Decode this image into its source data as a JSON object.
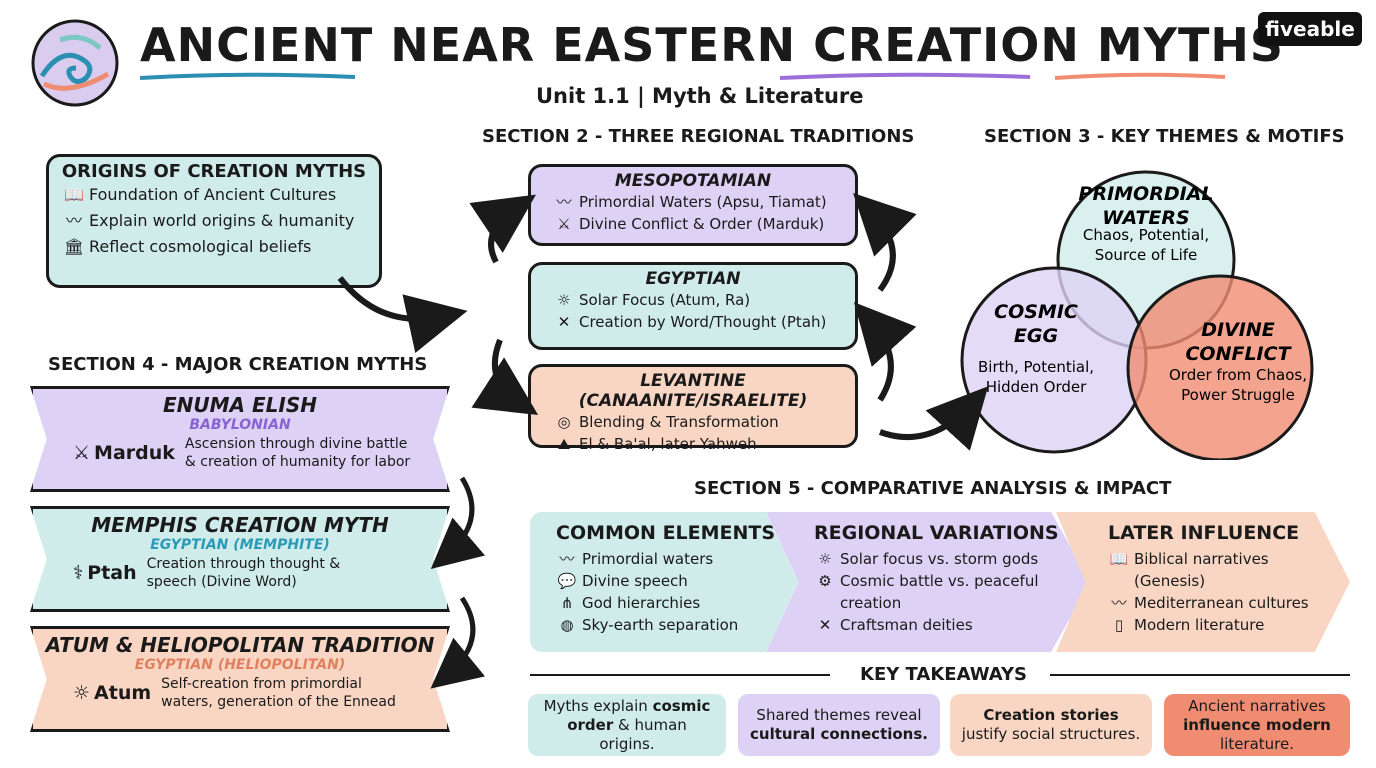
{
  "header": {
    "title": "ANCIENT NEAR EASTERN CREATION MYTHS",
    "subtitle": "Unit 1.1 | Myth & Literature",
    "brand": "fiveable"
  },
  "section1": {
    "title": "ORIGINS OF CREATION MYTHS",
    "items": [
      {
        "icon": "📖",
        "text": "Foundation of Ancient Cultures"
      },
      {
        "icon": "〰",
        "text": "Explain world origins & humanity"
      },
      {
        "icon": "🏛",
        "text": "Reflect cosmological beliefs"
      }
    ]
  },
  "section2": {
    "heading": "SECTION 2 - THREE REGIONAL TRADITIONS",
    "traditions": [
      {
        "title": "MESOPOTAMIAN",
        "items": [
          {
            "icon": "〰",
            "text": "Primordial Waters (Apsu, Tiamat)"
          },
          {
            "icon": "⚔",
            "text": "Divine Conflict & Order (Marduk)"
          }
        ]
      },
      {
        "title": "EGYPTIAN",
        "items": [
          {
            "icon": "☼",
            "text": "Solar Focus (Atum, Ra)"
          },
          {
            "icon": "✕",
            "text": "Creation by Word/Thought (Ptah)"
          }
        ]
      },
      {
        "title": "LEVANTINE (CANAANITE/ISRAELITE)",
        "items": [
          {
            "icon": "◎",
            "text": "Blending & Transformation"
          },
          {
            "icon": "⛰",
            "text": "El & Ba'al, later Yahweh"
          }
        ]
      }
    ]
  },
  "section3": {
    "heading": "SECTION 3 - KEY THEMES & MOTIFS",
    "circles": [
      {
        "title_lines": [
          "PRIMORDIAL",
          "WATERS"
        ],
        "desc_lines": [
          "Chaos, Potential,",
          "Source of Life"
        ],
        "color": "#cfeceb"
      },
      {
        "title_lines": [
          "COSMIC",
          "EGG"
        ],
        "desc_lines": [
          "Birth, Potential,",
          "Hidden Order"
        ],
        "color": "#ddd2f5"
      },
      {
        "title_lines": [
          "DIVINE",
          "CONFLICT"
        ],
        "desc_lines": [
          "Order from Chaos,",
          "Power Struggle"
        ],
        "color": "#f08c72"
      }
    ]
  },
  "section4": {
    "heading": "SECTION 4 - MAJOR CREATION MYTHS",
    "myths": [
      {
        "title": "ENUMA ELISH",
        "subtitle": "BABYLONIAN",
        "icon": "⚔",
        "deity": "Marduk",
        "desc_lines": [
          "Ascension through divine battle",
          "& creation of humanity for labor"
        ],
        "sub_color": "#8a63d2"
      },
      {
        "title": "MEMPHIS CREATION MYTH",
        "subtitle": "EGYPTIAN (MEMPHITE)",
        "icon": "⚕",
        "deity": "Ptah",
        "desc_lines": [
          "Creation through thought &",
          "speech (Divine Word)"
        ],
        "sub_color": "#2a9ab8"
      },
      {
        "title": "ATUM & HELIOPOLITAN TRADITION",
        "subtitle": "EGYPTIAN (HELIOPOLITAN)",
        "icon": "☼",
        "deity": "Atum",
        "desc_lines": [
          "Self-creation from primordial",
          "waters, generation of the Ennead"
        ],
        "sub_color": "#e0805e"
      }
    ]
  },
  "section5": {
    "heading": "SECTION 5 - COMPARATIVE ANALYSIS & IMPACT",
    "panels": [
      {
        "title": "COMMON ELEMENTS",
        "items": [
          {
            "icon": "〰",
            "text": "Primordial waters"
          },
          {
            "icon": "💬",
            "text": "Divine speech"
          },
          {
            "icon": "⋔",
            "text": "God hierarchies"
          },
          {
            "icon": "◍",
            "text": "Sky-earth separation"
          }
        ]
      },
      {
        "title": "REGIONAL VARIATIONS",
        "items": [
          {
            "icon": "☼",
            "text": "Solar focus vs. storm gods"
          },
          {
            "icon": "⚙",
            "text": "Cosmic battle vs. peaceful"
          },
          {
            "icon": "",
            "text": "creation"
          },
          {
            "icon": "✕",
            "text": "Craftsman deities"
          }
        ]
      },
      {
        "title": "LATER INFLUENCE",
        "items": [
          {
            "icon": "📖",
            "text": "Biblical narratives"
          },
          {
            "icon": "",
            "text": "(Genesis)"
          },
          {
            "icon": "〰",
            "text": "Mediterranean cultures"
          },
          {
            "icon": "▯",
            "text": "Modern literature"
          }
        ]
      }
    ]
  },
  "takeaways": {
    "heading": "KEY TAKEAWAYS",
    "items": [
      {
        "pre": "Myths explain ",
        "bold": "cosmic order",
        "post": " & human origins."
      },
      {
        "pre": "Shared themes reveal ",
        "bold": "cultural connections.",
        "post": ""
      },
      {
        "pre": "",
        "bold": "Creation stories",
        "post": " justify social structures."
      },
      {
        "pre": "Ancient narratives ",
        "bold": "influence modern",
        "post": " literature."
      }
    ]
  },
  "colors": {
    "teal": "#cfeceb",
    "purple": "#ddd2f5",
    "peach": "#f9d6c4",
    "coral": "#f08c72",
    "ink": "#1a1a1a"
  }
}
